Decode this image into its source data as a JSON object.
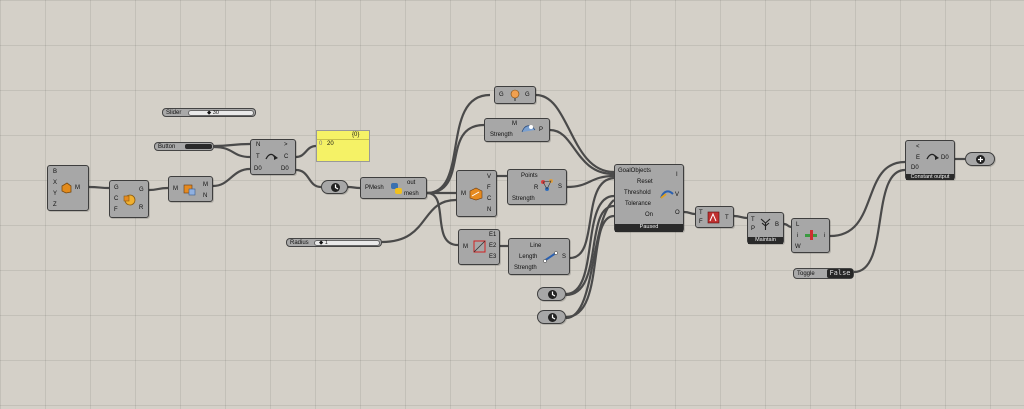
{
  "slider": {
    "label": "Slider",
    "value": "◆ 30"
  },
  "button": {
    "label": "Button"
  },
  "radius": {
    "label": "Radius",
    "value": "◆ 1"
  },
  "toggle": {
    "label": "Toggle",
    "value": "False"
  },
  "panel": {
    "header": "{0}",
    "index": "0",
    "value": "20"
  },
  "box_comp": {
    "inputs": [
      "B",
      "X",
      "Y",
      "Z"
    ],
    "outputs": [
      "M"
    ]
  },
  "geo_comp": {
    "inputs": [
      "G",
      "C",
      "F"
    ],
    "outputs": [
      "G",
      "R"
    ]
  },
  "mesh_comp": {
    "inputs": [
      "M"
    ],
    "outputs": [
      "M",
      "N"
    ]
  },
  "counter_comp": {
    "inputs": [
      "N",
      "T",
      "D0"
    ],
    "outputs": [
      ">",
      "C",
      "D0"
    ]
  },
  "pmesh_comp": {
    "inputs": [
      "PMesh"
    ],
    "outputs": [
      "out",
      "mesh"
    ]
  },
  "decon_comp": {
    "inputs": [
      "M"
    ],
    "outputs": [
      "V",
      "F",
      "C",
      "N"
    ]
  },
  "anchor_comp": {
    "inputs": [
      "G"
    ],
    "outputs": [
      "G"
    ]
  },
  "show_comp": {
    "inputs": [
      "M",
      "Strength"
    ],
    "outputs": [
      "P"
    ]
  },
  "points_comp": {
    "inputs": [
      "Points",
      "Strength"
    ],
    "params": [
      "R"
    ],
    "outputs": [
      "S"
    ]
  },
  "edges_comp": {
    "inputs": [
      "M"
    ],
    "outputs": [
      "E1",
      "E2",
      "E3"
    ]
  },
  "length_comp": {
    "inputs": [
      "Line",
      "Length",
      "Strength"
    ],
    "outputs": [
      "S"
    ]
  },
  "solver_comp": {
    "inputs": [
      "GoalObjects",
      "Reset",
      "Threshold",
      "Tolerance",
      "On"
    ],
    "outputs": [
      "I",
      "V",
      "O"
    ],
    "status": "Paused"
  },
  "tree_comp": {
    "inputs": [
      "T",
      "F"
    ],
    "outputs": [
      "T"
    ]
  },
  "maintain_comp": {
    "inputs": [
      "T",
      "P"
    ],
    "outputs": [
      "B"
    ],
    "caption": "Maintain"
  },
  "filter_comp": {
    "inputs": [
      "L",
      "i",
      "W"
    ],
    "outputs": [
      "i"
    ]
  },
  "const_comp": {
    "inputs": [
      "<",
      "E",
      "D0"
    ],
    "outputs": [
      "D0"
    ],
    "caption": "Constant output"
  },
  "icons": [
    "box-icon",
    "sphere-icon",
    "mesh-icon",
    "counter-arrow-icon",
    "python-icon",
    "decompose-icon",
    "anchor-icon",
    "show-icon",
    "points-icon",
    "edges-icon",
    "length-icon",
    "solver-icon",
    "tree-icon",
    "maintain-icon",
    "filter-icon",
    "const-arrow-icon",
    "timer-icon",
    "preview-icon"
  ],
  "colors": {
    "canvas": "#d4d0c8",
    "component": "#a7a7a7",
    "panel": "#f5f266",
    "wire": "#4a4a4a",
    "dark": "#2a2a2a"
  }
}
